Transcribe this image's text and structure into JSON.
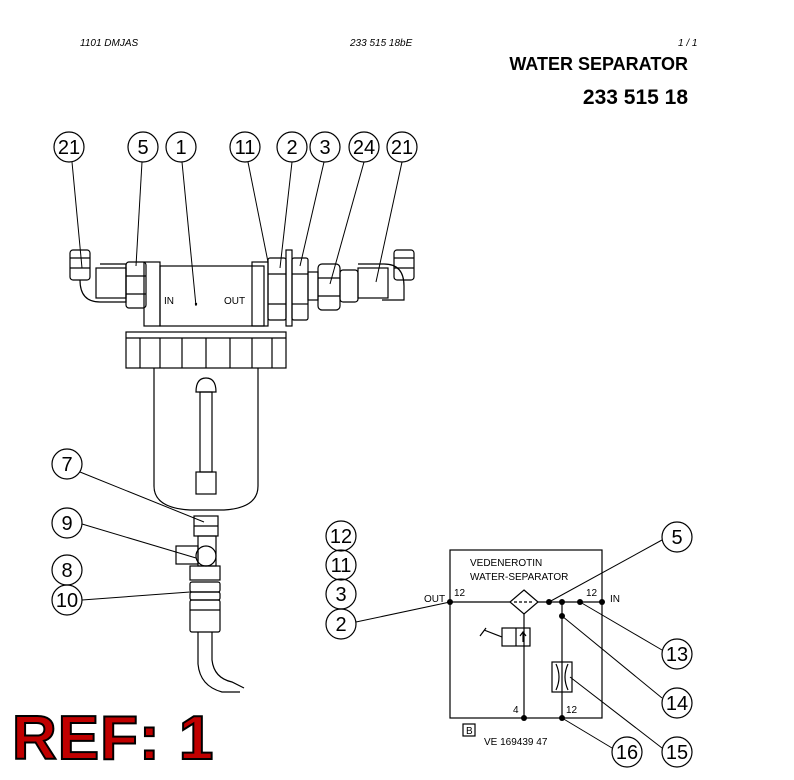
{
  "header": {
    "left_code": "1101 DMJAS",
    "center_code": "233 515 18bE",
    "page": "1 /  1",
    "title": "WATER SEPARATOR",
    "part_number": "233 515 18"
  },
  "callouts": {
    "c21a": "21",
    "c5a": "5",
    "c1": "1",
    "c11a": "11",
    "c2a": "2",
    "c3a": "3",
    "c24": "24",
    "c21b": "21",
    "c7": "7",
    "c9": "9",
    "c8": "8",
    "c10": "10",
    "c12": "12",
    "c11b": "11",
    "c3b": "3",
    "c2b": "2",
    "c5b": "5",
    "c13": "13",
    "c14": "14",
    "c15": "15",
    "c16": "16"
  },
  "drawing_labels": {
    "in": "IN",
    "out": "OUT"
  },
  "schematic": {
    "title_line1": "VEDENEROTIN",
    "title_line2": "WATER-SEPARATOR",
    "out_label": "OUT",
    "in_label": "IN",
    "port_out_size": "12",
    "port_in_size": "12",
    "port_bottom_left": "4",
    "port_bottom_right": "12",
    "box_letter": "B",
    "code": "VE 169439 47"
  },
  "ref_label": "REF: 1"
}
